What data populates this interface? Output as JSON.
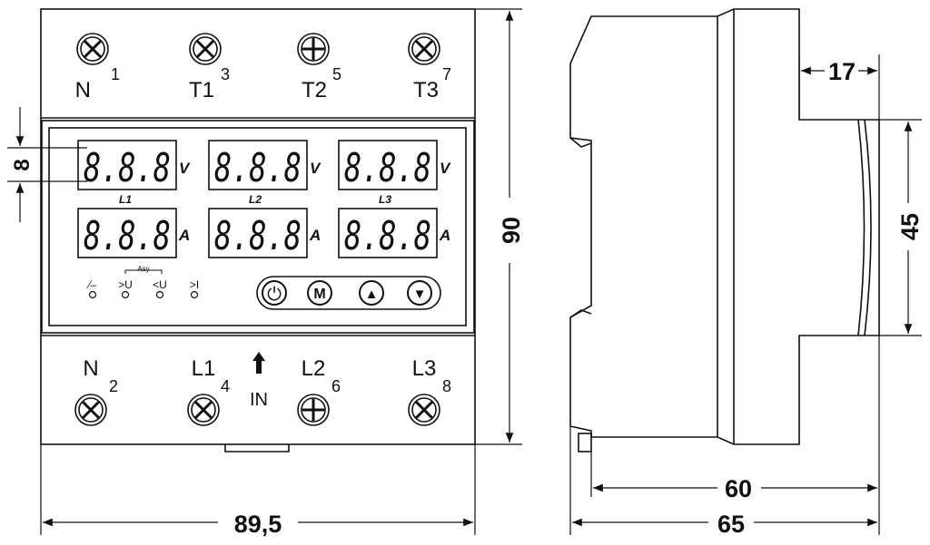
{
  "front_view": {
    "top_terminals": [
      {
        "name": "N",
        "num": "1"
      },
      {
        "name": "T1",
        "num": "3"
      },
      {
        "name": "T2",
        "num": "5"
      },
      {
        "name": "T3",
        "num": "7"
      }
    ],
    "bottom_terminals": [
      {
        "name": "N",
        "num": "2"
      },
      {
        "name": "L1",
        "num": "4"
      },
      {
        "name": "L2",
        "num": "6"
      },
      {
        "name": "L3",
        "num": "8"
      }
    ],
    "displays": {
      "voltage_readout": "8.8.8",
      "current_readout": "8.8.8",
      "voltage_unit": "V",
      "current_unit": "A",
      "phases": [
        "L1",
        "L2",
        "L3"
      ]
    },
    "indicators": {
      "switch": "⁄–",
      "over_voltage": ">U",
      "under_voltage": "<U",
      "over_current": ">I",
      "asymmetry": "Asy"
    },
    "buttons": {
      "power": "⏻",
      "mode": "M",
      "up": "▲",
      "down": "▼"
    },
    "input_label": "IN"
  },
  "dimensions": {
    "width_front": "89,5",
    "height": "90",
    "digit_height": "8",
    "depth_total": "65",
    "depth_body": "60",
    "front_step": "17",
    "front_height": "45"
  },
  "colors": {
    "line": "#111111",
    "background": "#ffffff"
  }
}
